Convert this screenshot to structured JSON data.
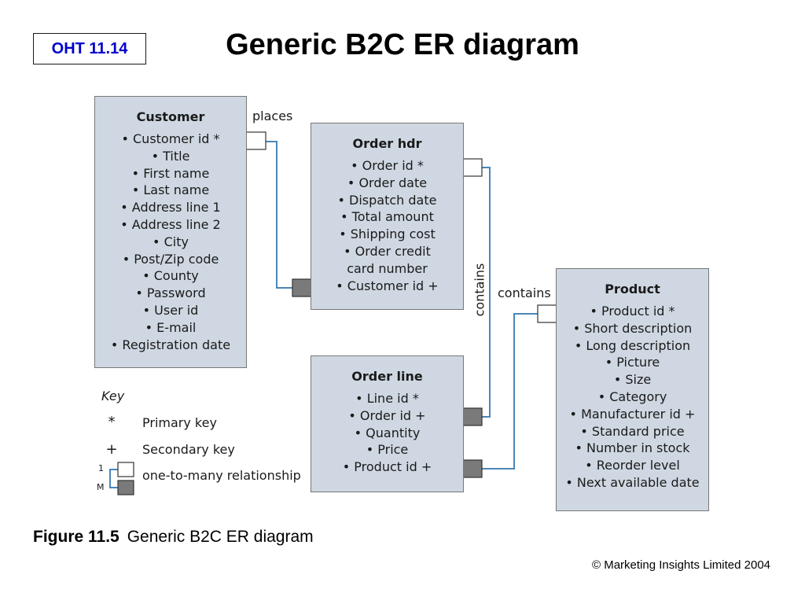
{
  "header": {
    "slide_number": "OHT 11.14",
    "title": "Generic B2C ER diagram"
  },
  "entities": {
    "customer": {
      "name": "Customer",
      "attributes": [
        "• Customer id *",
        "• Title",
        "• First name",
        "• Last name",
        "• Address line 1",
        "• Address line 2",
        "• City",
        "• Post/Zip code",
        "• County",
        "• Password",
        "• User id",
        "• E-mail",
        "• Registration date"
      ]
    },
    "order_hdr": {
      "name": "Order hdr",
      "attributes": [
        "• Order id *",
        "• Order date",
        "• Dispatch date",
        "• Total amount",
        "• Shipping cost",
        "• Order credit",
        "card number",
        "• Customer id +"
      ]
    },
    "order_line": {
      "name": "Order line",
      "attributes": [
        "• Line id *",
        "• Order id +",
        "• Quantity",
        "• Price",
        "• Product id +"
      ]
    },
    "product": {
      "name": "Product",
      "attributes": [
        "• Product id *",
        "• Short description",
        "• Long description",
        "• Picture",
        "• Size",
        "• Category",
        "• Manufacturer id +",
        "• Standard price",
        "• Number in stock",
        "• Reorder level",
        "• Next available date"
      ]
    }
  },
  "relationships": {
    "places": "places",
    "contains_vertical": "contains",
    "contains_horizontal": "contains"
  },
  "key": {
    "title": "Key",
    "primary_symbol": "*",
    "primary_label": "Primary key",
    "secondary_symbol": "+",
    "secondary_label": "Secondary key",
    "one_label": "1",
    "many_label": "M",
    "relationship_label": "one-to-many relationship"
  },
  "colors": {
    "entity_fill": "#cfd8e2",
    "connector_line": "#4a86b8",
    "one_end": "#ffffff",
    "many_end": "#7a7a7a"
  },
  "caption": {
    "label": "Figure 11.5",
    "text": "Generic B2C ER diagram"
  },
  "copyright": "© Marketing Insights Limited 2004"
}
